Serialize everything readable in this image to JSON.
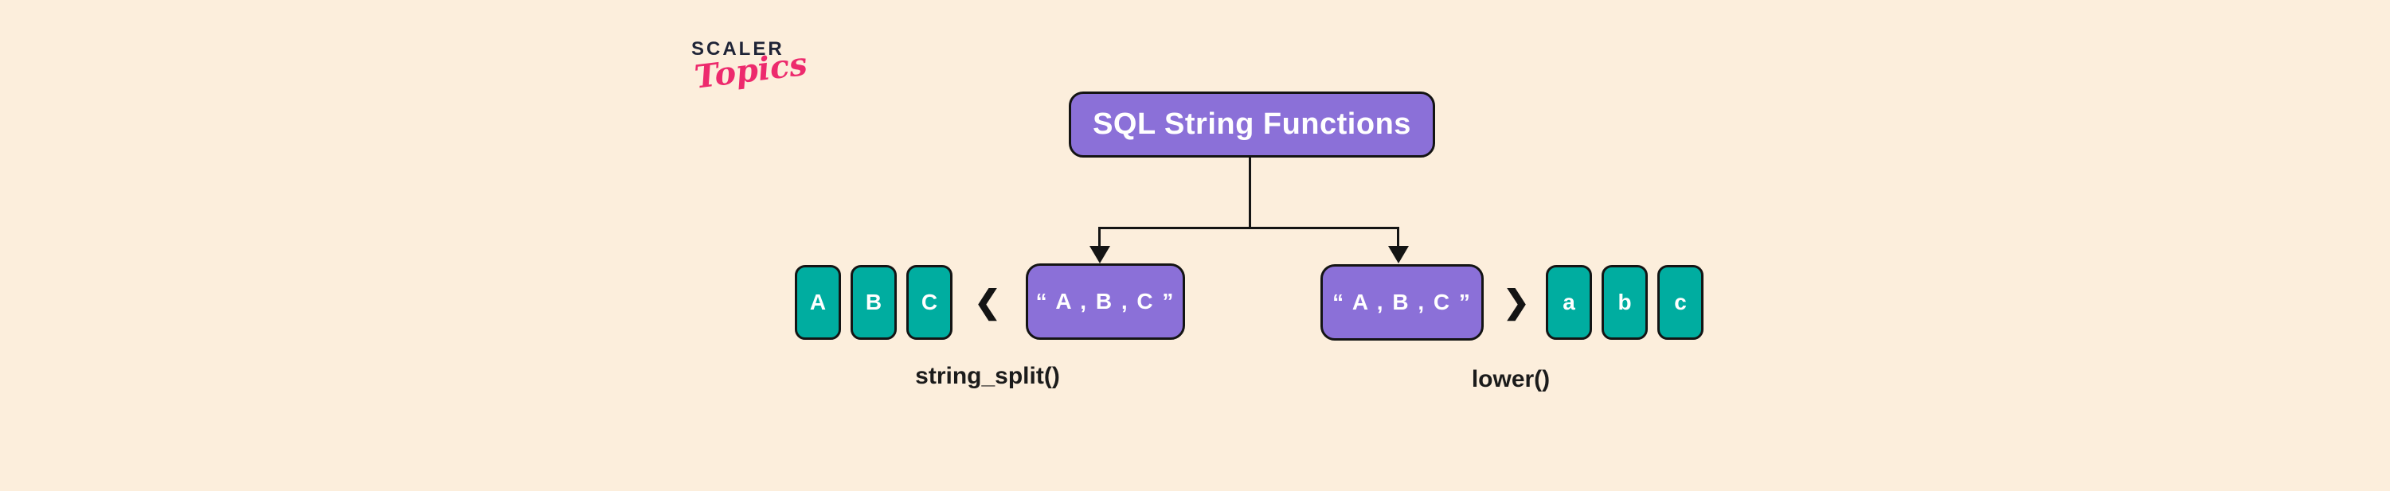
{
  "logo": {
    "brand": "SCALER",
    "sub": "Topics"
  },
  "diagram": {
    "root": {
      "label": "SQL String Functions"
    },
    "left_branch": {
      "source_label": "“ A , B , C ”",
      "arrow_glyph": "❮",
      "result_cells": [
        "A",
        "B",
        "C"
      ],
      "function_label": "string_split()"
    },
    "right_branch": {
      "source_label": "“ A , B , C ”",
      "arrow_glyph": "❯",
      "result_cells": [
        "a",
        "b",
        "c"
      ],
      "function_label": "lower()"
    }
  },
  "colors": {
    "background": "#FCEEDC",
    "node_purple": "#8B70D8",
    "node_teal": "#00ADA0",
    "line": "#141414",
    "label_dark": "#1B1B1B",
    "brand_navy": "#1F2437",
    "brand_pink": "#ED2A6D"
  }
}
